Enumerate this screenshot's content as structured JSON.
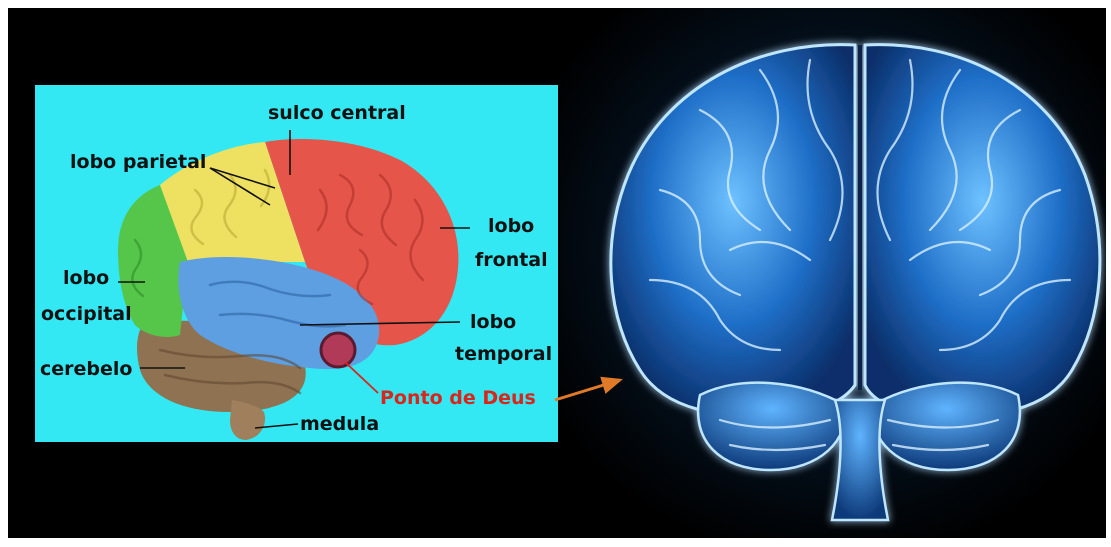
{
  "labels": {
    "sulco_central": "sulco central",
    "lobo_parietal": "lobo parietal",
    "lobo_frontal_1": "lobo",
    "lobo_frontal_2": "frontal",
    "lobo_occipital_1": "lobo",
    "lobo_occipital_2": "occipital",
    "lobo_temporal_1": "lobo",
    "lobo_temporal_2": "temporal",
    "cerebelo": "cerebelo",
    "ponto_de_deus": "Ponto de Deus",
    "medula": "medula"
  },
  "colors": {
    "frame_background": "#000000",
    "panel_background": "#33e8f2",
    "frontal_lobe": "#e5554a",
    "parietal_lobe": "#eee161",
    "occipital_lobe": "#56c64a",
    "temporal_lobe": "#5d9fe0",
    "cerebellum": "#8f7252",
    "god_spot": "#b13a58",
    "god_spot_label": "#d9261c",
    "arrow": "#e07a28",
    "glow_brain": "#2f8fe0"
  }
}
